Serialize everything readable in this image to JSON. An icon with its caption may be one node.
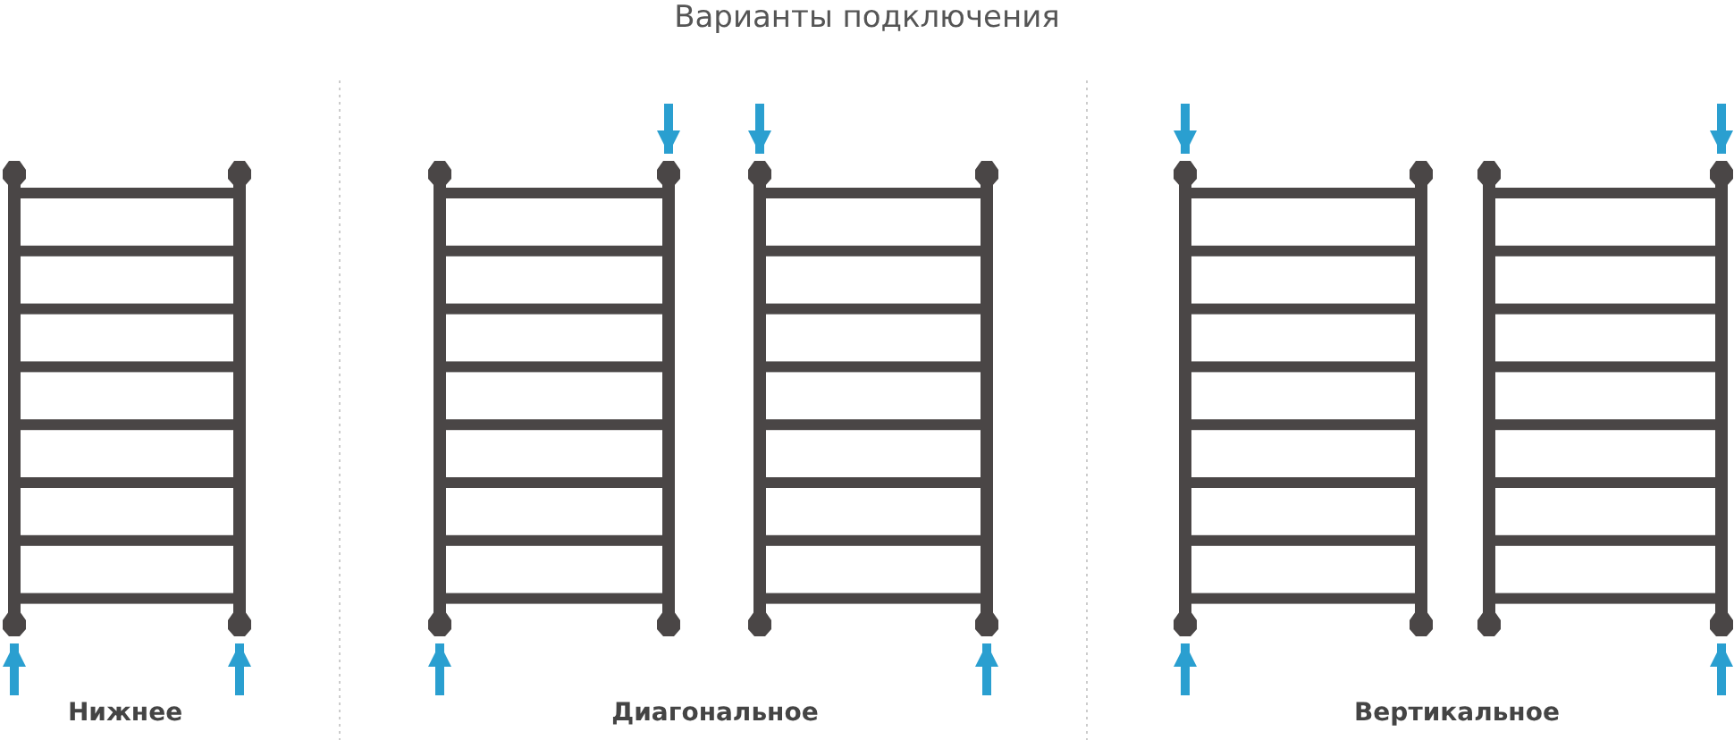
{
  "diagram": {
    "title": "Варианты подключения",
    "nodes": [
      {
        "text": [],
        "shape": "picture"
      },
      {
        "text": [],
        "shape": "picture"
      },
      {
        "text": [],
        "shape": "picture"
      },
      {
        "text": [],
        "shape": "picture"
      },
      {
        "text": [],
        "shape": "picture"
      }
    ],
    "edges": [
      {
        "from": null,
        "to": 0,
        "arrow": "to"
      },
      {
        "from": null,
        "to": 0,
        "arrow": "to"
      },
      {
        "from": null,
        "to": 1,
        "arrow": "to"
      },
      {
        "from": null,
        "to": 1,
        "arrow": "to"
      },
      {
        "from": null,
        "to": 2,
        "arrow": "to"
      },
      {
        "from": null,
        "to": 2,
        "arrow": "to"
      },
      {
        "from": null,
        "to": 3,
        "arrow": "to"
      },
      {
        "from": null,
        "to": 3,
        "arrow": "to"
      },
      {
        "from": null,
        "to": 4,
        "arrow": "to"
      },
      {
        "from": null,
        "to": 4,
        "arrow": "to"
      }
    ],
    "labels": [
      "Нижнее",
      "Диагональное",
      "Вертикальное"
    ]
  }
}
